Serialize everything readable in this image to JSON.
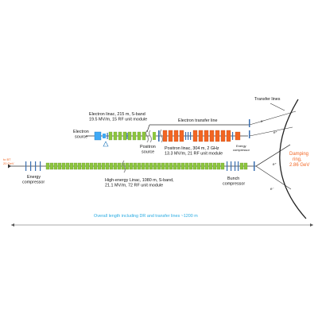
{
  "colors": {
    "green": "#8dc63f",
    "orange": "#f26522",
    "blue_element": "#3a6fb0",
    "source_blue": "#3fa9f5",
    "line": "#333333",
    "orange_text": "#f26522",
    "blue_text": "#29abe2"
  },
  "labels": {
    "electron_linac": [
      "Electron linac, 215 m, S-band",
      "19.5 MV/m, 15 RF unit module"
    ],
    "electron_source": [
      "Electron",
      "source"
    ],
    "electron_transfer_line": "Electron transfer line",
    "transfer_lines": "Transfer lines",
    "positron_source": [
      "Positron",
      "source"
    ],
    "positron_linac": [
      "Positron linac, 304 m, 2 GHz",
      "13.3 MV/m, 21 RF unit module"
    ],
    "energy_compressor_small": [
      "Energy",
      "compressor"
    ],
    "damping_ring": [
      "Damping",
      "ring,",
      "2.86 GeV"
    ],
    "to_bt": [
      "to BT",
      "20 GeV"
    ],
    "energy_compressor": [
      "Energy",
      "compressor"
    ],
    "high_energy_linac": [
      "High-energy Linac, 1080 m, S-band,",
      "21.1 MV/m, 72 RF unit module"
    ],
    "bunch_compressor": [
      "Bunch",
      "compressor"
    ],
    "overall_length": "Overall length including DR and transfer lines ~1200 m",
    "e_minus": "e⁻",
    "e_plus": "e⁺"
  },
  "icons": {
    "rf_module": "green-rectangle",
    "positron_rf_module": "orange-rectangle",
    "quadrupole": "blue-bar",
    "source": "blue-rectangle",
    "break_mark": "s-shaped-squiggle"
  }
}
